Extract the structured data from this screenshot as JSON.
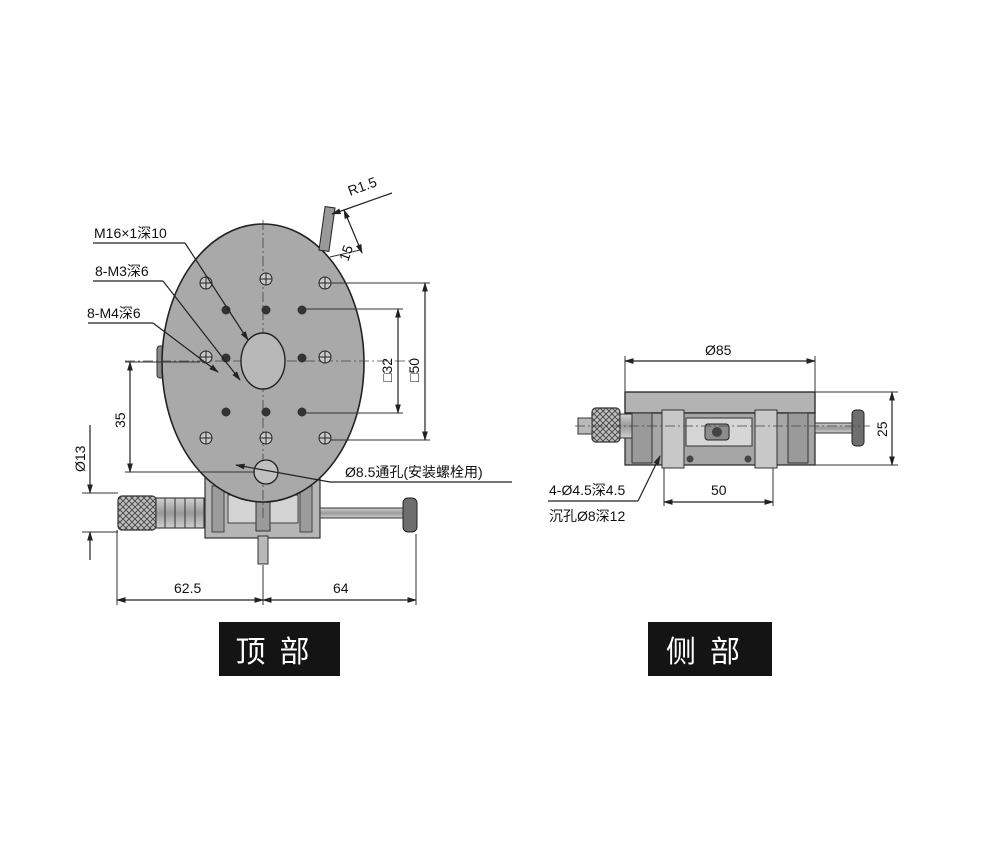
{
  "top_view": {
    "callouts": {
      "m16": "M16×1深10",
      "m3": "8-M3深6",
      "m4": "8-M4深6",
      "r15": "R1.5",
      "fifteen": "15",
      "through_hole": "Ø8.5通孔(安装螺栓用)"
    },
    "dims": {
      "sq32": "□32",
      "sq50": "□50",
      "d35": "35",
      "d13": "Ø13",
      "d62": "62.5",
      "d64": "64"
    },
    "caption": "顶部"
  },
  "side_view": {
    "dims": {
      "d85": "Ø85",
      "d25": "25",
      "d50": "50"
    },
    "callouts": {
      "holes": "4-Ø4.5深4.5",
      "counterbore": "沉孔Ø8深12"
    },
    "caption": "侧部"
  },
  "colors": {
    "plate": "#a9a9a9",
    "plate_dark": "#8a8a8a",
    "caption_bg": "#141414"
  }
}
